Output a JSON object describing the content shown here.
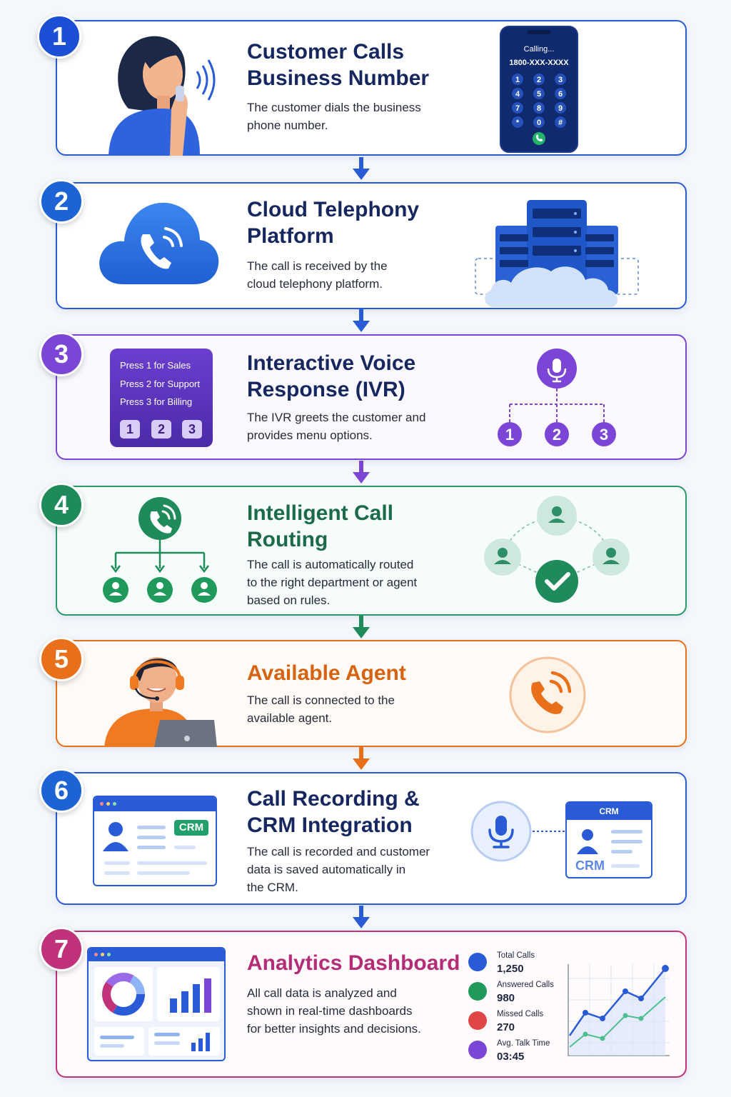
{
  "steps": [
    {
      "number": "1",
      "title_lines": [
        "Customer Calls",
        "Business Number"
      ],
      "desc_lines": [
        "The customer dials the business",
        "phone number."
      ]
    },
    {
      "number": "2",
      "title_lines": [
        "Cloud Telephony",
        "Platform"
      ],
      "desc_lines": [
        "The call is received by the",
        "cloud telephony platform."
      ]
    },
    {
      "number": "3",
      "title_lines": [
        "Interactive Voice",
        "Response (IVR)"
      ],
      "desc_lines": [
        "The IVR greets the customer and",
        "provides menu options."
      ]
    },
    {
      "number": "4",
      "title_lines": [
        "Intelligent Call",
        "Routing"
      ],
      "desc_lines": [
        "The call is automatically routed",
        "to the right department or agent",
        "based on rules."
      ]
    },
    {
      "number": "5",
      "title_lines": [
        "Available Agent"
      ],
      "desc_lines": [
        "The call is connected to the",
        "available agent."
      ]
    },
    {
      "number": "6",
      "title_lines": [
        "Call Recording &",
        "CRM Integration"
      ],
      "desc_lines": [
        "The call is recorded and customer",
        "data is saved automatically in",
        "the CRM."
      ]
    },
    {
      "number": "7",
      "title_lines": [
        "Analytics Dashboard"
      ],
      "desc_lines": [
        "All call data is analyzed and",
        "shown in real-time dashboards",
        "for better insights and decisions."
      ]
    }
  ],
  "phone": {
    "status": "Calling...",
    "number": "1800-XXX-XXXX",
    "keys": [
      "1",
      "2",
      "3",
      "4",
      "5",
      "6",
      "7",
      "8",
      "9",
      "*",
      "0",
      "#"
    ]
  },
  "ivr_menu": {
    "lines": [
      "Press 1 for Sales",
      "Press 2 for Support",
      "Press 3 for Billing"
    ],
    "keys": [
      "1",
      "2",
      "3"
    ],
    "tree_nodes": [
      "1",
      "2",
      "3"
    ]
  },
  "crm": {
    "badge_small": "CRM",
    "card_header": "CRM",
    "card_logo": "CRM"
  },
  "stats": [
    {
      "label": "Total Calls",
      "value": "1,250",
      "icon": "phone-icon",
      "color": "#2a5bd7"
    },
    {
      "label": "Answered Calls",
      "value": "980",
      "icon": "phone-answered-icon",
      "color": "#1f9a5c"
    },
    {
      "label": "Missed Calls",
      "value": "270",
      "icon": "phone-missed-icon",
      "color": "#e04646"
    },
    {
      "label": "Avg. Talk Time",
      "value": "03:45",
      "icon": "clock-icon",
      "color": "#7b45d6"
    }
  ],
  "colors": {
    "blue": "#2a5bd7",
    "purple": "#7b45d6",
    "green": "#1f8a5a",
    "orange": "#e8701a",
    "magenta": "#c0337a",
    "navy": "#15275e"
  }
}
